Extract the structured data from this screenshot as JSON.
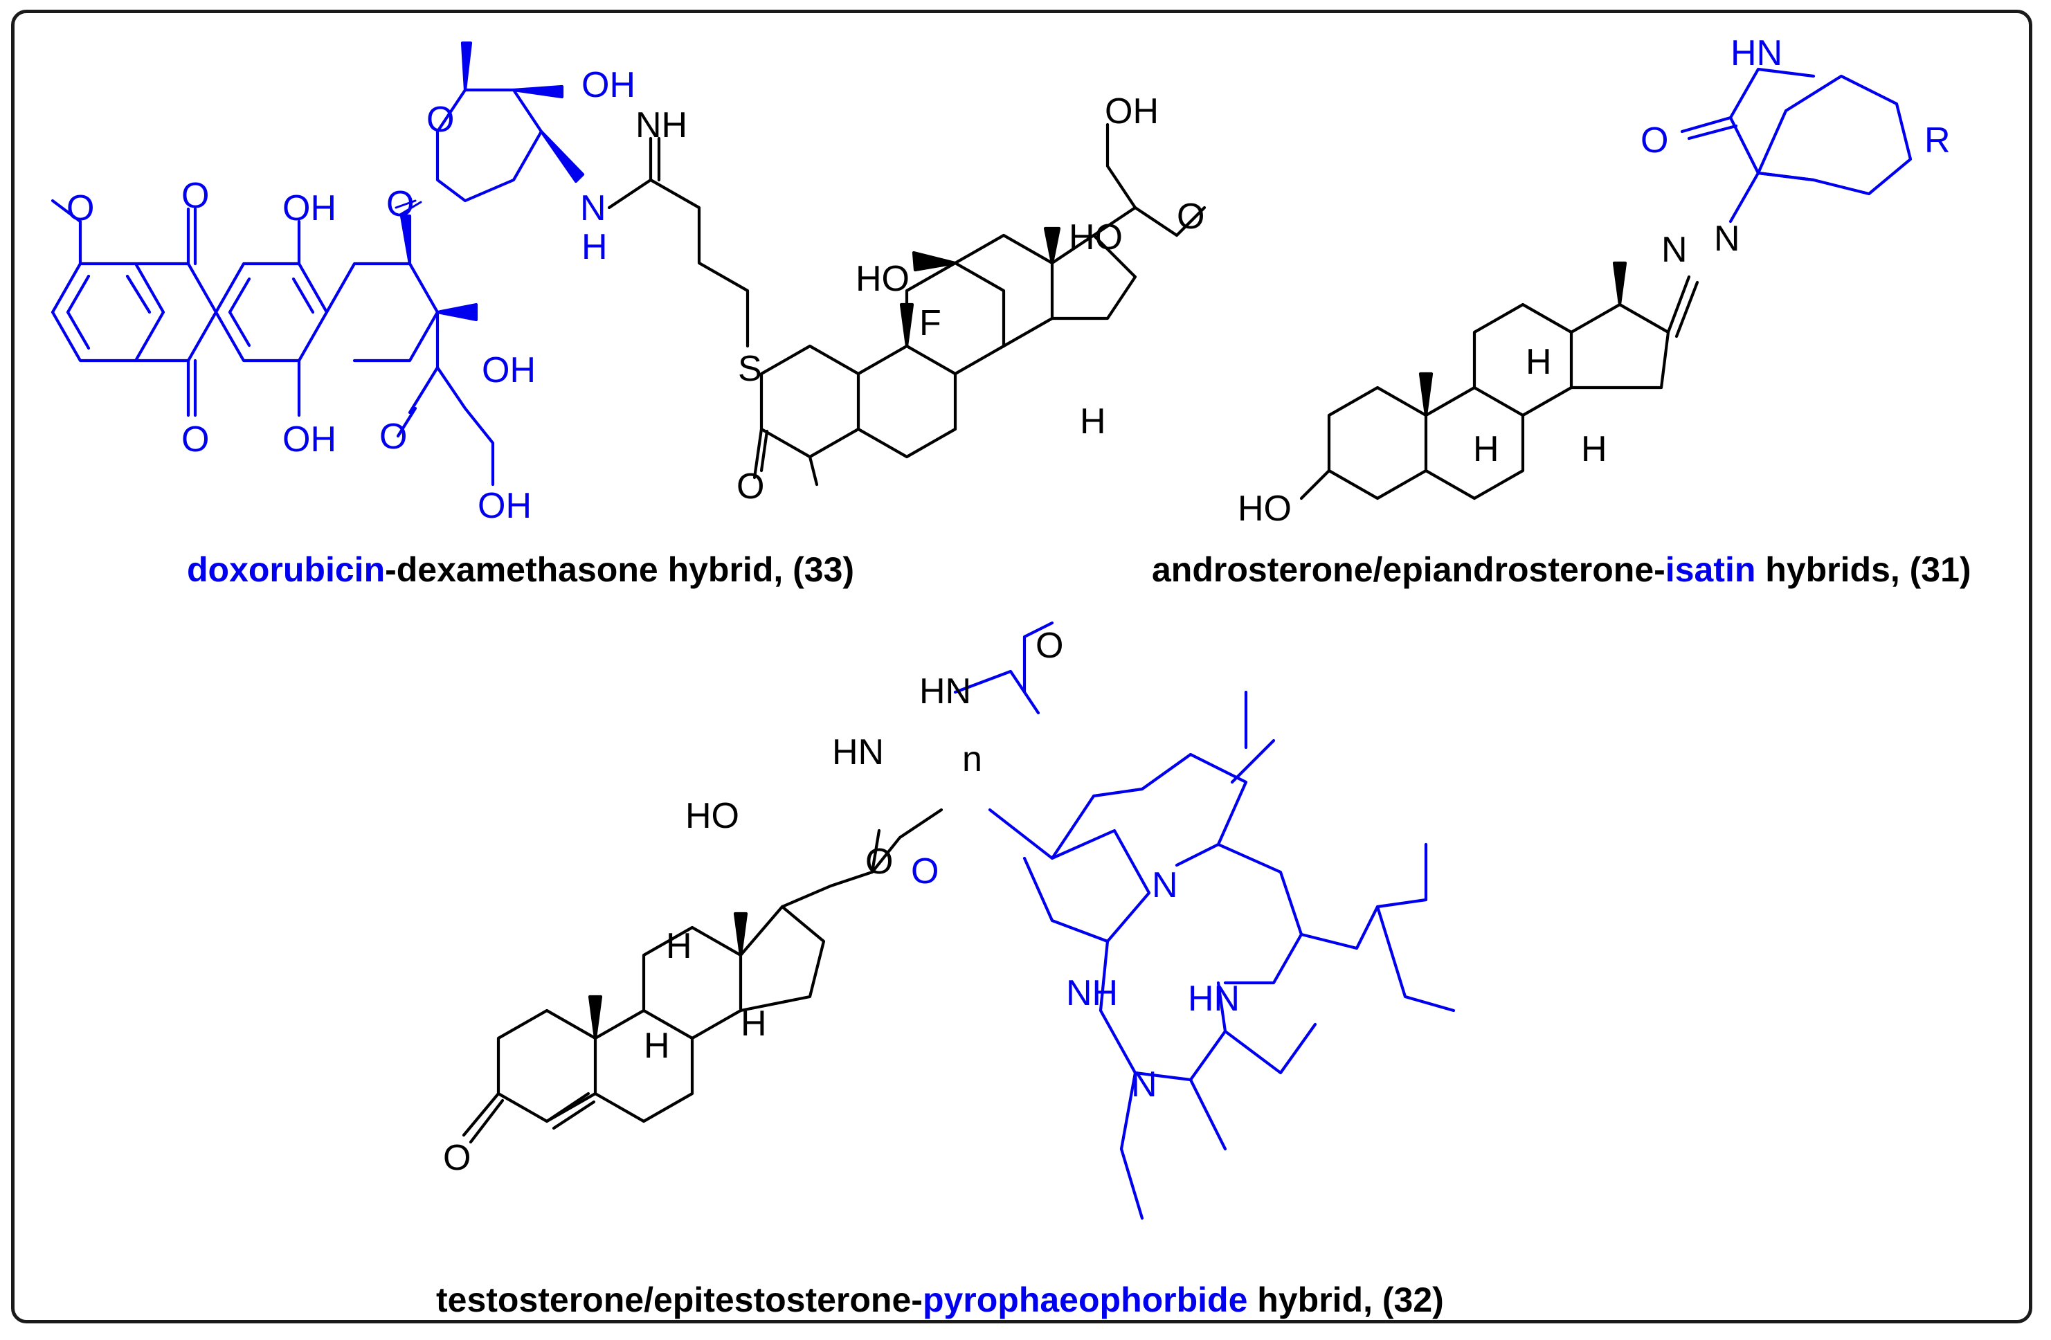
{
  "colors": {
    "black": "#000000",
    "blue": "#0000ee",
    "frame": "#1a1a1a"
  },
  "captions": {
    "c33": {
      "part1": "doxorubicin",
      "part2": "-dexamethasone hybrid, (33)"
    },
    "c31": {
      "part1": "androsterone/epiandrosterone-",
      "part2": "isatin",
      "part3": " hybrids, (31)"
    },
    "c32": {
      "part1": "testosterone/epitestosterone-",
      "part2": "pyrophaeophorbide",
      "part3": " hybrid, (32)"
    }
  },
  "atoms": {
    "s33": {
      "ome_o": "O",
      "quinone_o_top": "O",
      "oh_top": "OH",
      "quinone_o_bottom": "O",
      "oh_bottom": "OH",
      "glyco_o": "O",
      "ring_o": "O",
      "sugar_oh": "OH",
      "c9_oh": "OH",
      "keto_o": "O",
      "side_oh": "OH",
      "nh_n": "N",
      "nh_h": "H",
      "imine": "NH",
      "s": "S",
      "dex_keto_o": "O",
      "dex_c11_ho": "HO",
      "f": "F",
      "h_ring": "H",
      "c17_ho": "HO",
      "c20_o": "O",
      "c21_oh": "OH"
    },
    "s31": {
      "ho": "HO",
      "h1": "H",
      "h2": "H",
      "h3": "H",
      "n1": "N",
      "n2": "N",
      "isatin_o": "O",
      "isatin_nh": "HN",
      "r": "R"
    },
    "s32": {
      "keto_o": "O",
      "h1": "H",
      "h2": "H",
      "h3": "H",
      "ho": "HO",
      "amide_o": "O",
      "hn1": "HN",
      "n_sub": "n",
      "hn2": "HN",
      "amide2_o": "O",
      "pyr_o": "O",
      "n_top": "N",
      "nh_left": "NH",
      "hn_right": "HN",
      "n_bottom": "N"
    }
  }
}
